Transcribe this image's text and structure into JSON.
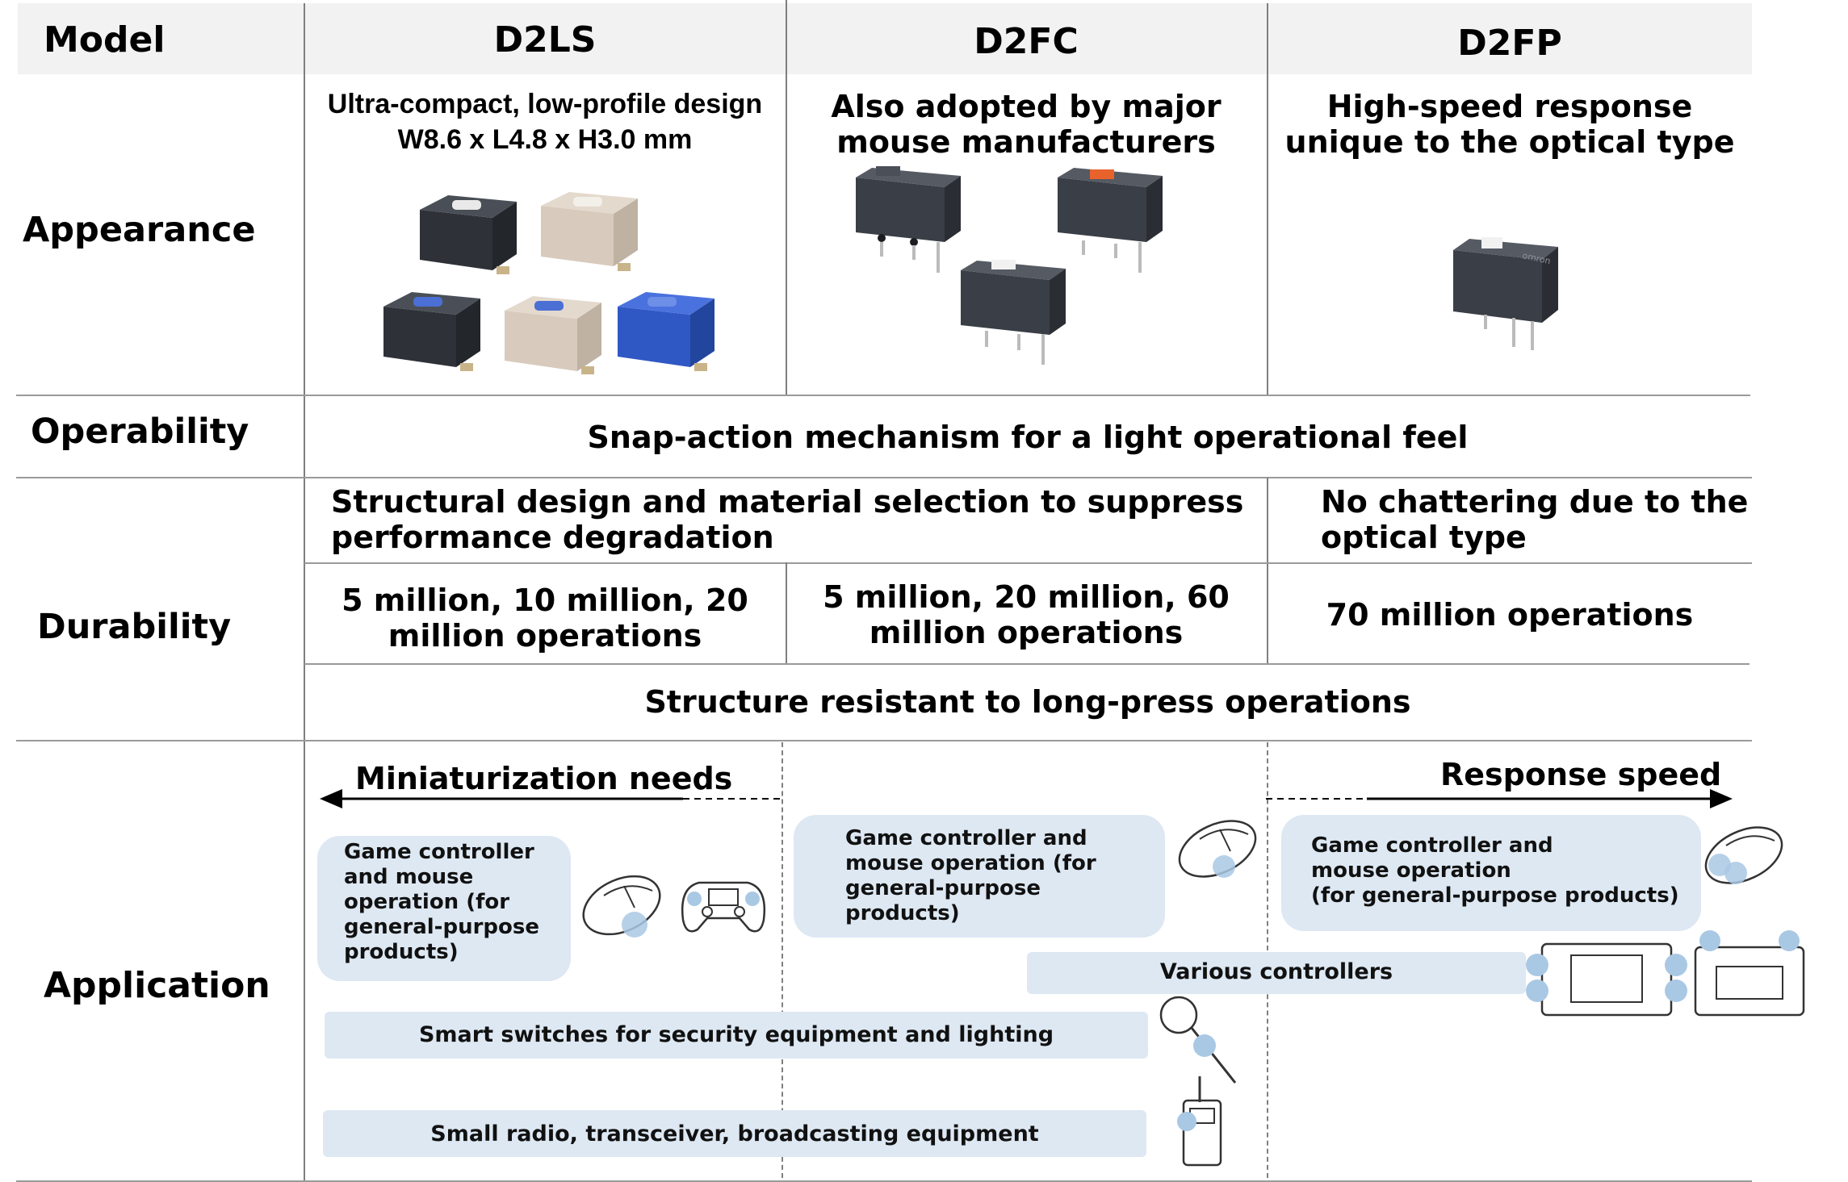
{
  "header": {
    "model_label": "Model",
    "col1": "D2LS",
    "col2": "D2FC",
    "col3": "D2FP"
  },
  "appearance": {
    "label": "Appearance",
    "d2ls_line1": "Ultra-compact, low-profile design",
    "d2ls_line2": "W8.6 x L4.8 x H3.0 mm",
    "d2fc_line1": "Also adopted by major",
    "d2fc_line2": "mouse manufacturers",
    "d2fp_line1": "High-speed response",
    "d2fp_line2": "unique to the optical type",
    "switch_brand": "omron"
  },
  "operability": {
    "label": "Operability",
    "text": "Snap-action mechanism for a light operational feel"
  },
  "durability": {
    "label": "Durability",
    "structural_line1": "Structural design and material selection to suppress",
    "structural_line2": "performance degradation",
    "optical_line1": "No chattering due to the",
    "optical_line2": "optical type",
    "d2ls_ops_line1": "5 million, 10 million, 20",
    "d2ls_ops_line2": "million operations",
    "d2fc_ops_line1": "5 million, 20 million, 60",
    "d2fc_ops_line2": "million operations",
    "d2fp_ops": "70 million operations",
    "long_press": "Structure resistant to long-press operations"
  },
  "application": {
    "label": "Application",
    "miniaturization": "Miniaturization needs",
    "response_speed": "Response speed",
    "box1": [
      "Game controller",
      "and mouse",
      "operation (for",
      "general-purpose",
      "products)"
    ],
    "box2": [
      "Game controller and",
      "mouse operation (for",
      "general-purpose",
      "products)"
    ],
    "box3": [
      "Game controller and",
      "mouse operation",
      "(for general-purpose products)"
    ],
    "various_controllers": "Various controllers",
    "smart_switches": "Smart switches for security equipment and lighting",
    "small_radio": "Small radio, transceiver, broadcasting equipment"
  },
  "colors": {
    "header_bg": "#f2f2f2",
    "app_box": "#dde8f3",
    "icon_accent": "#a9c8e4",
    "switch_black": "#2e3238",
    "switch_beige": "#d8cbbd",
    "switch_blue": "#2f58c4",
    "switch_orange": "#e8622c"
  }
}
